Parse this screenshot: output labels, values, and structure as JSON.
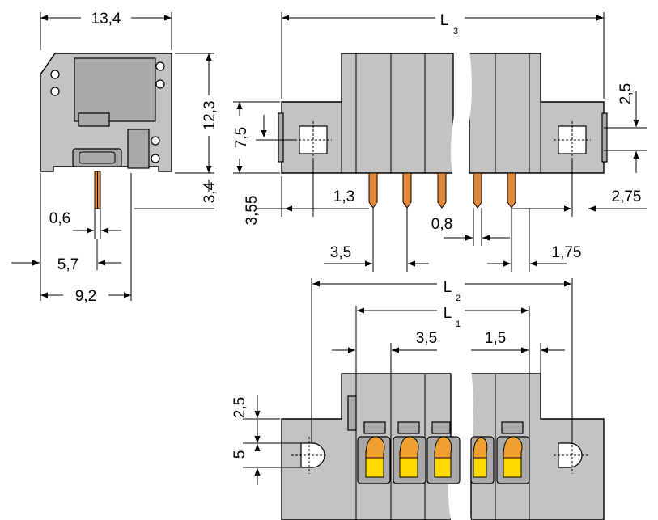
{
  "dimensions": {
    "width_13_4": "13,4",
    "height_12_3": "12,3",
    "height_3_4": "3,4",
    "pin_0_6": "0,6",
    "offset_5_7": "5,7",
    "depth_9_2": "9,2",
    "L3": "L",
    "L3_sub": "3",
    "side_2_5": "2,5",
    "side_7_5": "7,5",
    "side_3_55": "3,55",
    "side_1_3": "1,3",
    "side_2_75": "2,75",
    "pin_0_8": "0,8",
    "pitch_3_5": "3,5",
    "end_1_75": "1,75",
    "L2": "L",
    "L2_sub": "2",
    "L1": "L",
    "L1_sub": "1",
    "top_3_5": "3,5",
    "top_1_5": "1,5",
    "top_2_5": "2,5",
    "top_5": "5"
  },
  "colors": {
    "housing": "#c3c3c3",
    "pin": "#e0883a",
    "release_orange": "#f0a030",
    "release_yellow": "#ffd800"
  }
}
